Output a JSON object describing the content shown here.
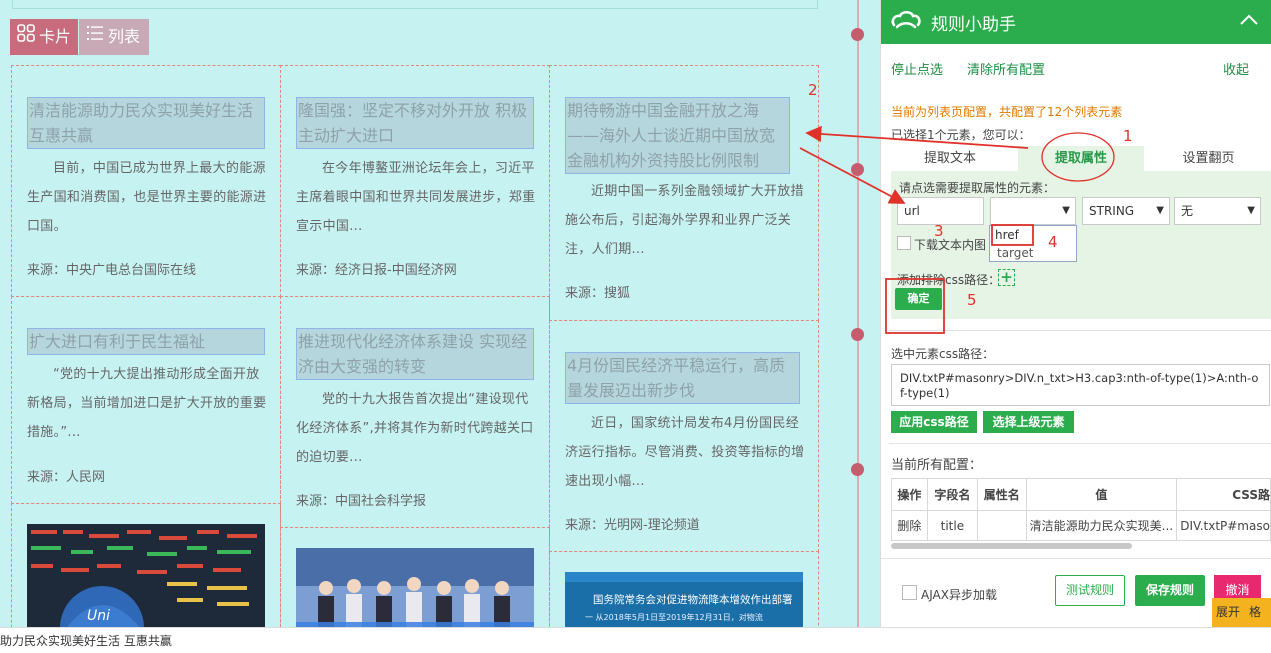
{
  "view_toggle": {
    "card_label": "卡片",
    "list_label": "列表"
  },
  "cards": [
    {
      "title": "清洁能源助力民众实现美好生活 互惠共赢",
      "summary": "目前，中国已成为世界上最大的能源生产国和消费国，也是世界主要的能源进口国。",
      "source": "来源：中央广电总台国际在线"
    },
    {
      "title": "隆国强：坚定不移对外开放 积极主动扩大进口",
      "summary": "在今年博鳌亚洲论坛年会上，习近平主席着眼中国和世界共同发展进步，郑重宣示中国...",
      "source": "来源：经济日报-中国经济网"
    },
    {
      "title": "期待畅游中国金融开放之海——海外人士谈近期中国放宽金融机构外资持股比例限制",
      "summary": "近期中国一系列金融领域扩大开放措施公布后，引起海外学界和业界广泛关注，人们期...",
      "source": "来源：搜狐"
    },
    {
      "title": "扩大进口有利于民生福祉",
      "summary": "“党的十九大提出推动形成全面开放新格局，当前增加进口是扩大开放的重要措施。”...",
      "source": "来源：人民网"
    },
    {
      "title": "推进现代化经济体系建设 实现经济由大变强的转变",
      "summary": "党的十九大报告首次提出“建设现代化经济体系”,并将其作为新时代跨越关口的迫切要...",
      "source": "来源：中国社会科学报"
    },
    {
      "title": "4月份国民经济平稳运行，高质量发展迈出新步伐",
      "summary": "近日，国家统计局发布4月份国民经济运行指标。尽管消费、投资等指标的增速出现小幅...",
      "source": "来源：光明网-理论频道"
    }
  ],
  "image_cards": [
    {
      "image_text": ""
    },
    {
      "image_text": ""
    },
    {
      "image_text": "国务院常务会对促进物流降本增效作出部署",
      "image_subtext": "一 从2018年5月1日至2019年12月31日，对物流"
    }
  ],
  "panel": {
    "title": "规则小助手",
    "stop_pick": "停止点选",
    "clear_all": "清除所有配置",
    "collapse": "收起",
    "config_note": "当前为列表页配置，共配置了12个列表元素",
    "selected_note": "已选择1个元素，您可以：",
    "tabs": [
      "提取文本",
      "提取属性",
      "设置翻页"
    ],
    "attr_prompt": "请点选需要提取属性的元素：",
    "field_name_value": "url",
    "attr_value": "",
    "type_value": "STRING",
    "process_value": "无",
    "attr_options": [
      "href",
      "target"
    ],
    "download_label": "下载文本内图",
    "exclude_label": "添加排除css路径：",
    "add_symbol": "+",
    "confirm": "确定",
    "css_label": "选中元素css路径：",
    "css_path": "DIV.txtP#masonry>DIV.n_txt>H3.cap3:nth-of-type(1)>A:nth-of-type(1)",
    "apply_css": "应用css路径",
    "select_parent": "选择上级元素",
    "all_configs_label": "当前所有配置：",
    "table": {
      "headers": [
        "操作",
        "字段名",
        "属性名",
        "值",
        "CSS路"
      ],
      "rows": [
        {
          "op": "删除",
          "field": "title",
          "attr": "",
          "value": "清洁能源助力民众实现美...",
          "css": "DIV.txtP#maso"
        }
      ]
    },
    "ajax_label": "AJAX异步加载",
    "test_rule": "测试规则",
    "save_rule": "保存规则",
    "undo": "撤消",
    "expand": "展开",
    "format": "格式"
  },
  "annotations": [
    "1",
    "2",
    "3",
    "4",
    "5"
  ],
  "statusbar_text": "助力民众实现美好生活 互惠共赢",
  "colors": {
    "panel_green": "#2cad4d",
    "page_bg": "#c7f2f2",
    "annotation_red": "#e0322b",
    "undo_pink": "#e8286f",
    "expand_orange": "#f5b21f"
  }
}
